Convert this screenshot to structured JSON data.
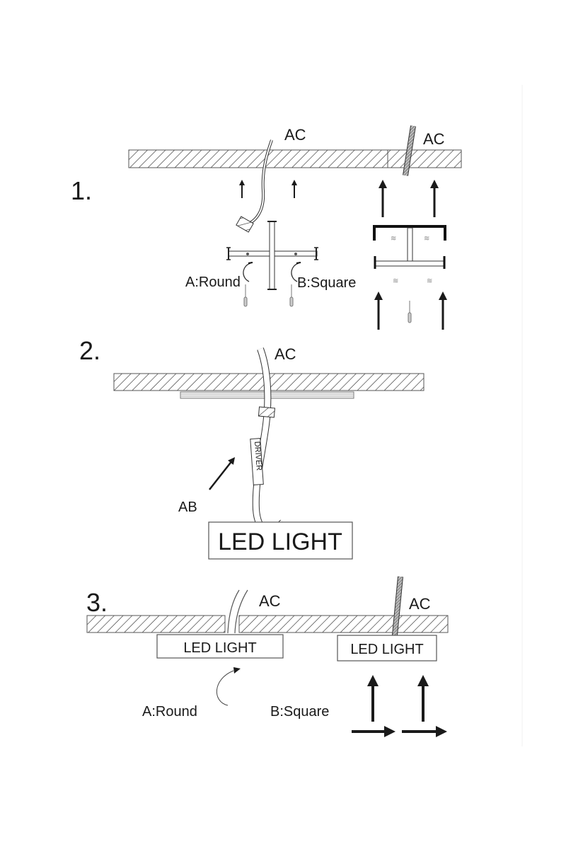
{
  "diagram": {
    "title": "LED ceiling light installation steps",
    "colors": {
      "ink": "#1a1a1a",
      "hatch": "#333333",
      "paper": "#ffffff",
      "grey": "#888888"
    },
    "steps": [
      {
        "number": "1.",
        "labels": {
          "ac_left": "AC",
          "ac_right": "AC",
          "round": "A:Round",
          "square": "B:Square"
        }
      },
      {
        "number": "2.",
        "labels": {
          "ac": "AC",
          "ab": "AB",
          "driver": "DRIVER",
          "led": "LED LIGHT"
        }
      },
      {
        "number": "3.",
        "labels": {
          "ac_left": "AC",
          "ac_right": "AC",
          "led_left": "LED LIGHT",
          "led_right": "LED LIGHT",
          "round": "A:Round",
          "square": "B:Square"
        }
      }
    ]
  }
}
